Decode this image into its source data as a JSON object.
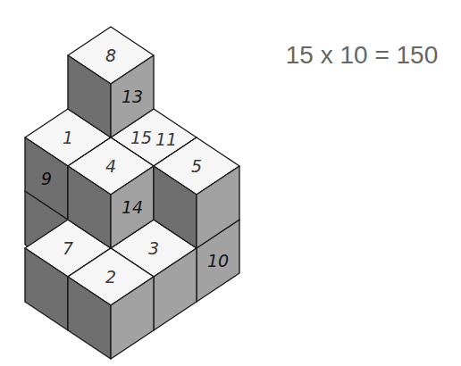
{
  "diagram": {
    "labels": [
      "15 x 10 = 150",
      "8",
      "13",
      "1",
      "15",
      "11",
      "4",
      "14",
      "5",
      "9",
      "7",
      "2",
      "3",
      "10"
    ]
  }
}
